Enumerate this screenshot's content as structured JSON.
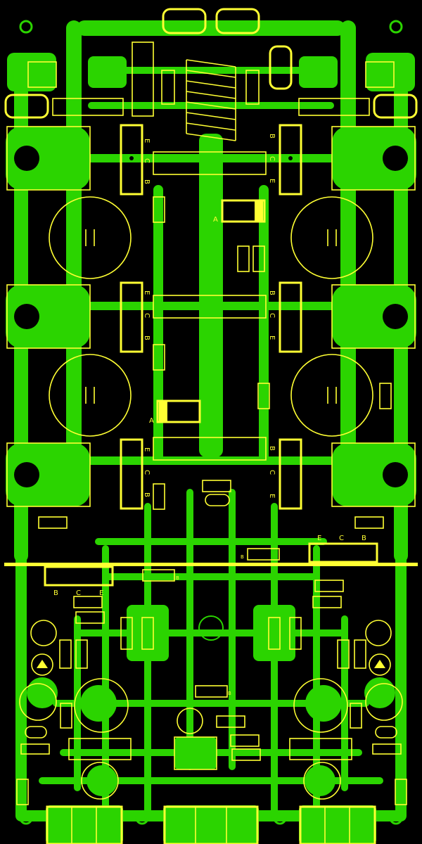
{
  "colors": {
    "background": "#000000",
    "copper": "#2bd400",
    "silkscreen": "#ffff33"
  },
  "labels": {
    "top_left_transistor": [
      "E",
      "C",
      "B"
    ],
    "top_right_transistor": [
      "B",
      "C",
      "E"
    ],
    "mid_left_transistor": [
      "E",
      "C",
      "B"
    ],
    "mid_right_transistor": [
      "B",
      "C",
      "E"
    ],
    "bot_left_transistor": [
      "E",
      "C",
      "B"
    ],
    "bot_right_transistor": [
      "B",
      "C",
      "E"
    ],
    "lower_right_ecb": [
      "E",
      "C",
      "B"
    ],
    "lower_left_bce": [
      "B",
      "C",
      "E"
    ],
    "diode_anode_1": "A",
    "diode_anode_2": "A",
    "small_b_labels": [
      "B",
      "B",
      "B"
    ]
  }
}
